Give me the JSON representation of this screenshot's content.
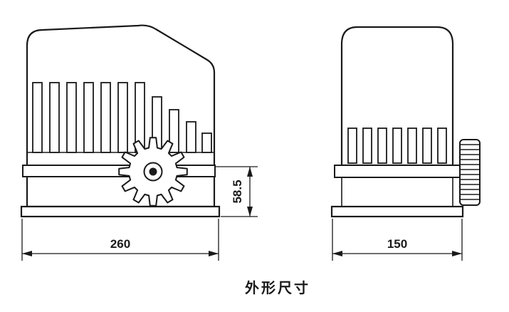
{
  "title": "外形尺寸",
  "dimensions": {
    "front_width": "260",
    "side_width": "150",
    "rack_center_height": "58.5"
  },
  "colors": {
    "line": "#1a1a1a",
    "background": "#ffffff"
  }
}
